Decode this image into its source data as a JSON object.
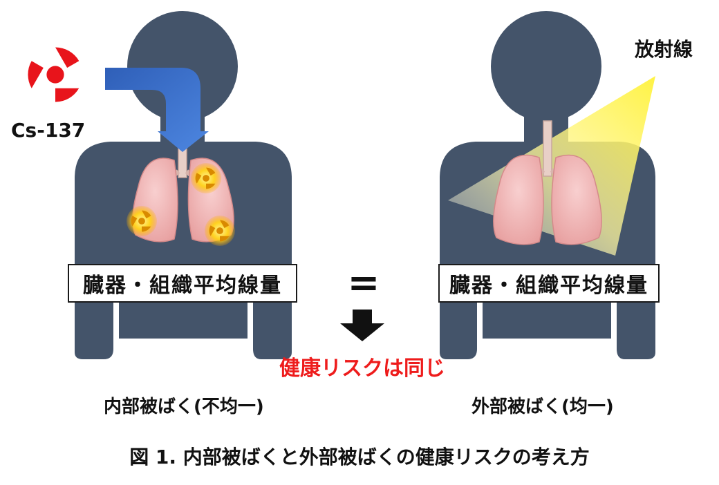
{
  "left_panel": {
    "source_label": "Cs-137",
    "box_label": "臓器・組織平均線量",
    "caption": "内部被ばく(不均一)"
  },
  "right_panel": {
    "radiation_label": "放射線",
    "box_label": "臓器・組織平均線量",
    "caption": "外部被ばく(均一)"
  },
  "center": {
    "equal_sign": "=",
    "result": "健康リスクは同じ"
  },
  "figure_caption": "図 1. 内部被ばくと外部被ばくの健康リスクの考え方",
  "colors": {
    "silhouette": "#44546a",
    "arrow": "#3a6fc9",
    "lung": "#f2b6b6",
    "radiation_symbol": "#e8141b",
    "beam": "#fff23a",
    "result_text": "#ee1c1c"
  },
  "icons": [
    "radiation-trefoil-icon",
    "radiation-hotspot-icon",
    "curved-arrow-icon",
    "down-arrow-icon"
  ]
}
